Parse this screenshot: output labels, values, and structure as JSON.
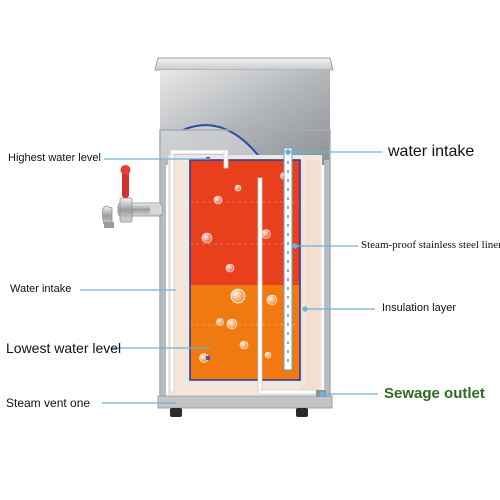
{
  "labels": {
    "highest_water_level": "Highest water level",
    "water_intake_left": "Water intake",
    "lowest_water_level": "Lowest water level",
    "steam_vent_one": "Steam vent one",
    "water_intake_top": "water intake",
    "steam_proof_liner": "Steam-proof stainless steel liner",
    "insulation_layer": "Insulation layer",
    "sewage_outlet": "Sewage outlet"
  },
  "colors": {
    "hot_water_top": "#e8401c",
    "hot_water_bottom": "#f07a10",
    "leader_line": "#6ab4d8",
    "sewage_label": "#2e6b1e",
    "steel": "#b9bcbf",
    "insulation": "#f6e6d8"
  }
}
